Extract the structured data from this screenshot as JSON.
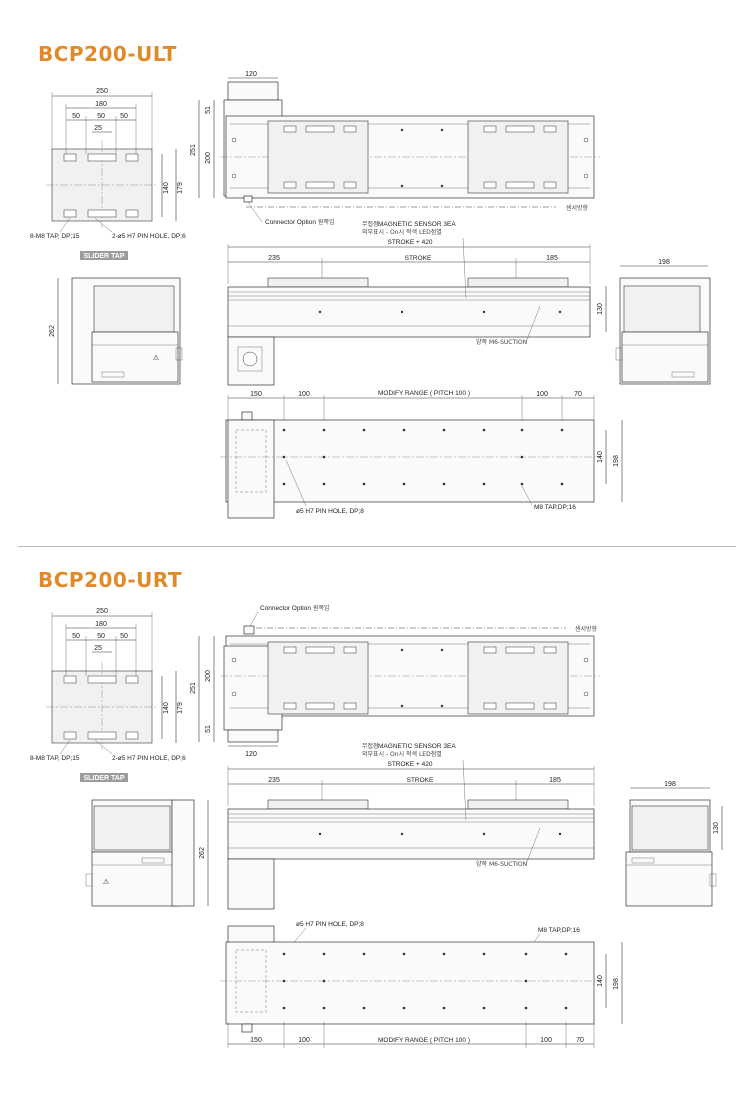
{
  "sections": [
    {
      "title": "BCP200-ULT",
      "labels": {
        "connector": "Connector Option",
        "connector_ko": "원쪽임",
        "sensor_dir": "센서방향",
        "sensor_ko": "무접점",
        "sensor": "MAGNETIC SENSOR 3EA",
        "sensor_sub": "외부표시 - On시 적색 LED점멸",
        "stroke420": "STROKE + 420",
        "stroke": "STROKE",
        "suction": "양쪽 M6-SUCTION",
        "modify": "MODIFY RANGE ( PITCH 100 )",
        "pin5": "ø5 H7 PIN HOLE, DP;8",
        "m8": "M8 TAP,DP;16",
        "tap_m8": "8-M8 TAP, DP;15",
        "pin2": "2-ø5 H7 PIN HOLE, DP;6",
        "slider_tap": "SLIDER TAP"
      },
      "dims": {
        "d250": "250",
        "d180": "180",
        "d50a": "50",
        "d50b": "50",
        "d50c": "50",
        "d25": "25",
        "d140": "140",
        "d179": "179",
        "d120": "120",
        "d51": "51",
        "d200": "200",
        "d251": "251",
        "d235": "235",
        "d185": "185",
        "d198": "198",
        "d130": "130",
        "d262": "262",
        "d150": "150",
        "d100a": "100",
        "d100b": "100",
        "d70": "70",
        "d140b": "140",
        "d198b": "198"
      }
    },
    {
      "title": "BCP200-URT",
      "labels": {
        "connector": "Connector Option",
        "connector_ko": "원쪽임",
        "sensor_dir": "센서방향",
        "sensor_ko": "무접점",
        "sensor": "MAGNETIC SENSOR 3EA",
        "sensor_sub": "외부표시 - On시 적색 LED점멸",
        "stroke420": "STROKE + 420",
        "stroke": "STROKE",
        "suction": "양쪽 M6-SUCTION",
        "modify": "MODIFY RANGE ( PITCH 100 )",
        "pin5": "ø5 H7 PIN HOLE, DP;8",
        "m8": "M8 TAP,DP;16",
        "tap_m8": "8-M8 TAP, DP;15",
        "pin2": "2-ø5 H7 PIN HOLE, DP;6",
        "slider_tap": "SLIDER TAP"
      },
      "dims": {
        "d250": "250",
        "d180": "180",
        "d50a": "50",
        "d50b": "50",
        "d50c": "50",
        "d25": "25",
        "d140": "140",
        "d179": "179",
        "d120": "120",
        "d51": "51",
        "d200": "200",
        "d251": "251",
        "d235": "235",
        "d185": "185",
        "d198": "198",
        "d130": "130",
        "d262": "262",
        "d150": "150",
        "d100a": "100",
        "d100b": "100",
        "d70": "70",
        "d140b": "140",
        "d198b": "198"
      }
    }
  ]
}
